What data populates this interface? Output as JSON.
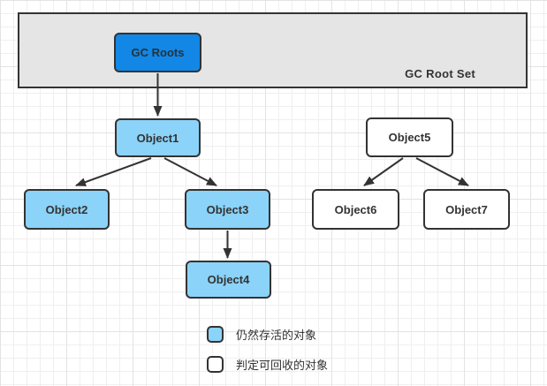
{
  "diagram": {
    "root_set_label": "GC Root Set",
    "nodes": [
      {
        "id": "gc-roots",
        "label": "GC Roots",
        "type": "root"
      },
      {
        "id": "object1",
        "label": "Object1",
        "type": "alive"
      },
      {
        "id": "object2",
        "label": "Object2",
        "type": "alive"
      },
      {
        "id": "object3",
        "label": "Object3",
        "type": "alive"
      },
      {
        "id": "object4",
        "label": "Object4",
        "type": "alive"
      },
      {
        "id": "object5",
        "label": "Object5",
        "type": "recyclable"
      },
      {
        "id": "object6",
        "label": "Object6",
        "type": "recyclable"
      },
      {
        "id": "object7",
        "label": "Object7",
        "type": "recyclable"
      }
    ],
    "edges": [
      {
        "from": "GC Roots",
        "to": "Object1"
      },
      {
        "from": "Object1",
        "to": "Object2"
      },
      {
        "from": "Object1",
        "to": "Object3"
      },
      {
        "from": "Object3",
        "to": "Object4"
      },
      {
        "from": "Object5",
        "to": "Object6"
      },
      {
        "from": "Object5",
        "to": "Object7"
      }
    ],
    "legend": [
      {
        "swatch": "alive",
        "label": "仍然存活的对象"
      },
      {
        "swatch": "recyclable",
        "label": "判定可回收的对象"
      }
    ],
    "colors": {
      "root_fill": "#1287e6",
      "alive_fill": "#8bd3f8",
      "recyclable_fill": "#ffffff",
      "container_fill": "#e5e5e5",
      "border": "#333333"
    }
  }
}
